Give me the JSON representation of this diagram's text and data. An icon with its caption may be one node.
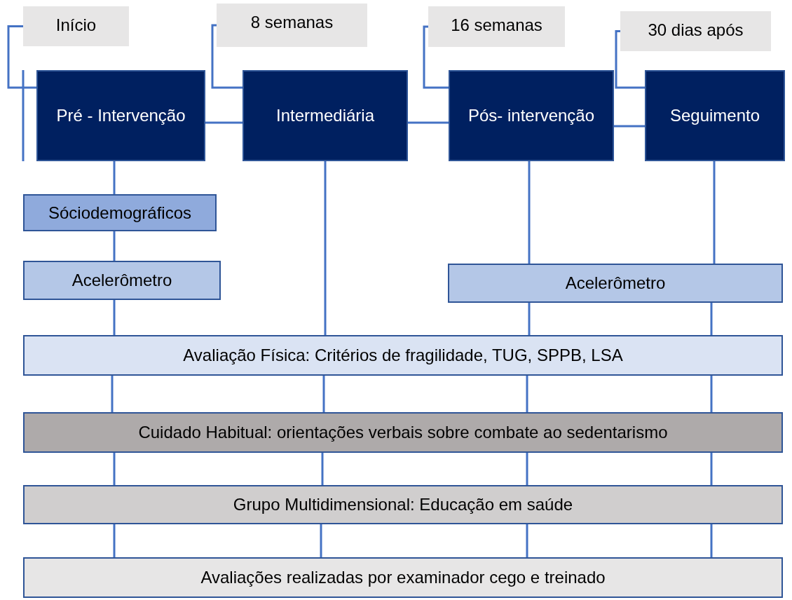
{
  "diagram": {
    "nodes": [
      {
        "text": [
          "Início"
        ]
      },
      {
        "text": [
          "8 semanas"
        ]
      },
      {
        "text": [
          "16 semanas"
        ]
      },
      {
        "text": [
          "30 dias após"
        ]
      },
      {
        "text": [
          "Pré - Intervenção"
        ]
      },
      {
        "text": [
          "Intermediária"
        ]
      },
      {
        "text": [
          "Pós- intervenção"
        ]
      },
      {
        "text": [
          "Seguimento"
        ]
      },
      {
        "text": [
          "Sóciodemográficos"
        ]
      },
      {
        "text": [
          "Acelerômetro"
        ]
      },
      {
        "text": [
          "Acelerômetro"
        ]
      },
      {
        "text": [
          "Avaliação Física: Critérios de fragilidade, TUG, SPPB, LSA"
        ]
      },
      {
        "text": [
          "Cuidado Habitual: orientações verbais sobre combate ao sedentarismo"
        ]
      },
      {
        "text": [
          "Grupo Multidimensional: Educação em saúde"
        ]
      },
      {
        "text": [
          "Avaliações realizadas por examinador cego e treinado"
        ]
      }
    ],
    "edges": [
      {
        "from": 0,
        "to": 4,
        "arrow": "none"
      },
      {
        "from": 1,
        "to": 5,
        "arrow": "none"
      },
      {
        "from": 2,
        "to": 6,
        "arrow": "none"
      },
      {
        "from": 3,
        "to": 7,
        "arrow": "none"
      },
      {
        "from": 4,
        "to": 5,
        "arrow": "none"
      },
      {
        "from": 5,
        "to": 6,
        "arrow": "none"
      },
      {
        "from": 6,
        "to": 7,
        "arrow": "none"
      },
      {
        "from": 4,
        "to": 8,
        "arrow": "none"
      },
      {
        "from": 8,
        "to": 9,
        "arrow": "none"
      },
      {
        "from": 9,
        "to": 11,
        "arrow": "none"
      },
      {
        "from": 5,
        "to": 11,
        "arrow": "none"
      },
      {
        "from": 6,
        "to": 10,
        "arrow": "none"
      },
      {
        "from": 7,
        "to": 10,
        "arrow": "none"
      },
      {
        "from": 10,
        "to": 11,
        "arrow": "none"
      },
      {
        "from": 10,
        "to": 11,
        "arrow": "none"
      },
      {
        "from": 11,
        "to": 12,
        "arrow": "none"
      },
      {
        "from": 11,
        "to": 12,
        "arrow": "none"
      },
      {
        "from": 11,
        "to": 12,
        "arrow": "none"
      },
      {
        "from": 11,
        "to": 12,
        "arrow": "none"
      },
      {
        "from": 12,
        "to": 13,
        "arrow": "none"
      },
      {
        "from": 12,
        "to": 13,
        "arrow": "none"
      },
      {
        "from": 12,
        "to": 13,
        "arrow": "none"
      },
      {
        "from": 12,
        "to": 13,
        "arrow": "none"
      },
      {
        "from": 13,
        "to": 14,
        "arrow": "none"
      },
      {
        "from": 13,
        "to": 14,
        "arrow": "none"
      },
      {
        "from": 13,
        "to": 14,
        "arrow": "none"
      },
      {
        "from": 13,
        "to": 14,
        "arrow": "none"
      }
    ]
  }
}
